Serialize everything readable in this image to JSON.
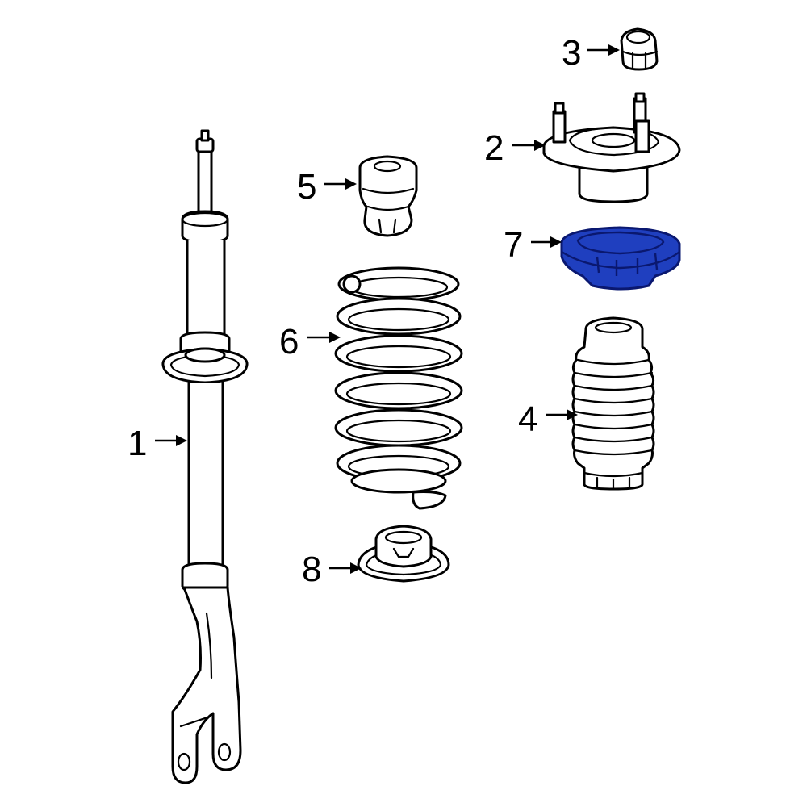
{
  "diagram": {
    "highlight_color": "#1f3fbf",
    "highlight_stroke": "#0a1870",
    "parts": [
      {
        "id": "strut",
        "callout": "1"
      },
      {
        "id": "upper-mount",
        "callout": "2"
      },
      {
        "id": "nut",
        "callout": "3"
      },
      {
        "id": "dust-boot",
        "callout": "4"
      },
      {
        "id": "bump-stop",
        "callout": "5"
      },
      {
        "id": "coil-spring",
        "callout": "6"
      },
      {
        "id": "upper-spring-seat",
        "callout": "7",
        "highlighted": true
      },
      {
        "id": "lower-spring-seat",
        "callout": "8"
      }
    ]
  }
}
